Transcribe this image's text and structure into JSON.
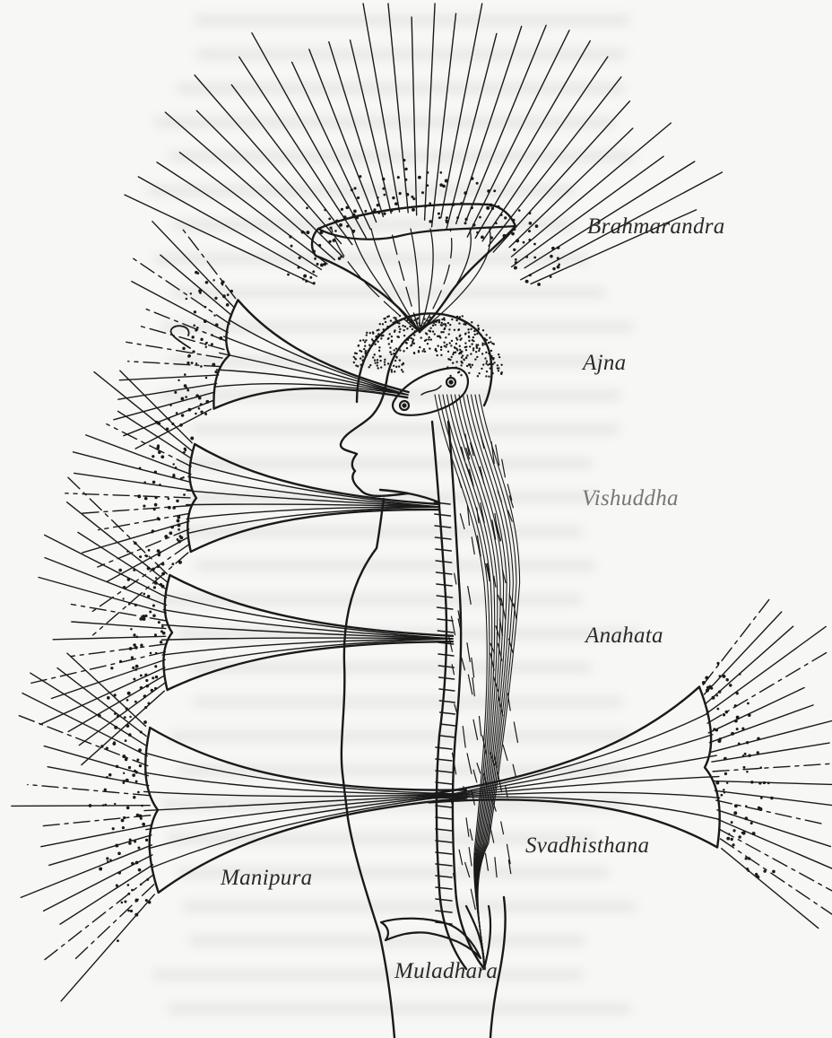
{
  "diagram": {
    "labels": {
      "brahmarandra": "Brahmarandra",
      "ajna": "Ajna",
      "vishuddha": "Vishuddha",
      "anahata": "Anahata",
      "svadhisthana": "Svadhisthana",
      "manipura": "Manipura",
      "muladhara": "Muladhara"
    }
  },
  "colors": {
    "ink": "#1a1a1a",
    "paper": "#f7f7f5",
    "faint_text": "#777777"
  }
}
